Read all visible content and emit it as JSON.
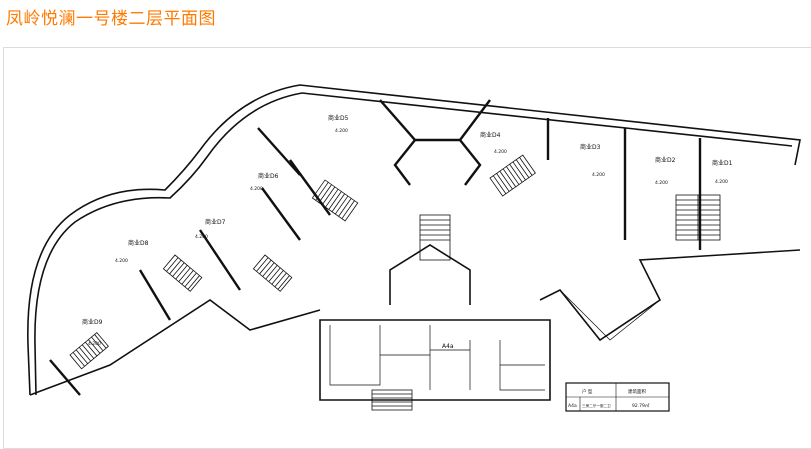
{
  "page_title": "凤岭悦澜一号楼二层平面图",
  "plan": {
    "rooms": [
      {
        "id": "d5",
        "label": "商业D5",
        "elevation": "4.200"
      },
      {
        "id": "d4",
        "label": "商业D4",
        "elevation": "4.200"
      },
      {
        "id": "d3",
        "label": "商业D3",
        "elevation": "4.200"
      },
      {
        "id": "d2",
        "label": "商业D2",
        "elevation": "4.200"
      },
      {
        "id": "d1",
        "label": "商业D1",
        "elevation": "4.200"
      },
      {
        "id": "d6",
        "label": "商业D6",
        "elevation": "4.200"
      },
      {
        "id": "d7",
        "label": "商业D7",
        "elevation": "4.200"
      },
      {
        "id": "d8",
        "label": "商业D8",
        "elevation": "4.200"
      },
      {
        "id": "d9",
        "label": "商业D9",
        "elevation": "4.200"
      }
    ],
    "unit_label": "A4a",
    "legend_table": {
      "header": [
        "户 型",
        "建筑面积"
      ],
      "row": [
        "A4a",
        "三房二厅一厨二卫",
        "92.79㎡"
      ]
    }
  }
}
